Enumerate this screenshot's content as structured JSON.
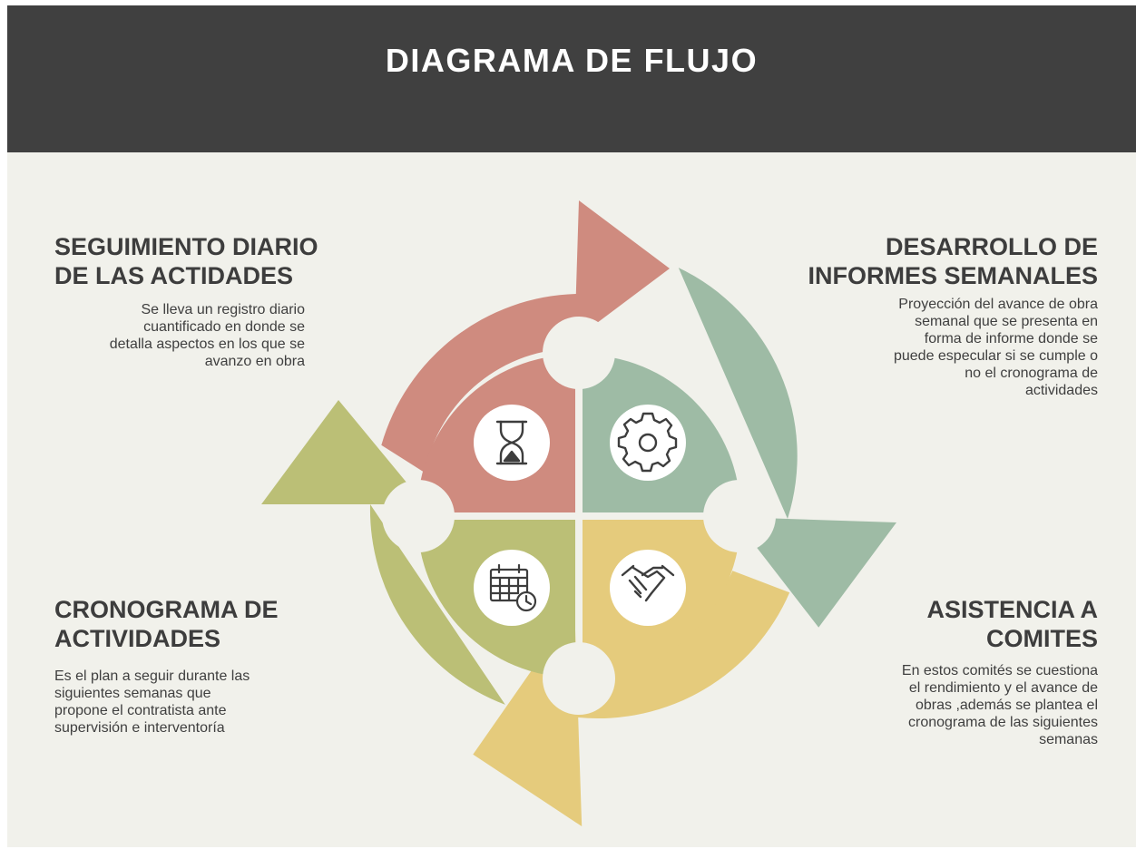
{
  "title": "DIAGRAMA DE FLUJO",
  "colors": {
    "header_bg": "#404040",
    "background": "#f1f1eb",
    "red": "#cf8b7f",
    "green": "#9ebba5",
    "yellow": "#e5cb7c",
    "olive": "#bbbf76"
  },
  "steps": [
    {
      "heading_line1": "SEGUIMIENTO DIARIO",
      "heading_line2": "DE LAS ACTIDADES",
      "description_lines": [
        "Se lleva un registro diario",
        "cuantificado en donde se",
        "detalla aspectos en los que se",
        "avanzo en obra"
      ],
      "icon": "hourglass-icon",
      "color": "red"
    },
    {
      "heading_line1": "DESARROLLO DE",
      "heading_line2": "INFORMES SEMANALES",
      "description_lines": [
        "Proyección del avance de obra",
        "semanal que se presenta en",
        "forma de informe donde se",
        "puede especular si se cumple o",
        "no el cronograma de",
        "actividades"
      ],
      "icon": "gear-icon",
      "color": "green"
    },
    {
      "heading_line1": "ASISTENCIA A",
      "heading_line2": "COMITES",
      "description_lines": [
        "En estos comités se cuestiona",
        "el rendimiento y el avance de",
        "obras ,además se plantea el",
        "cronograma de las siguientes",
        "semanas"
      ],
      "icon": "handshake-icon",
      "color": "yellow"
    },
    {
      "heading_line1": "CRONOGRAMA DE",
      "heading_line2": "ACTIVIDADES",
      "description_lines": [
        "Es el plan a seguir durante  las",
        "siguientes semanas que",
        "propone el contratista ante",
        "supervisión e interventoría"
      ],
      "icon": "calendar-clock-icon",
      "color": "olive"
    }
  ]
}
